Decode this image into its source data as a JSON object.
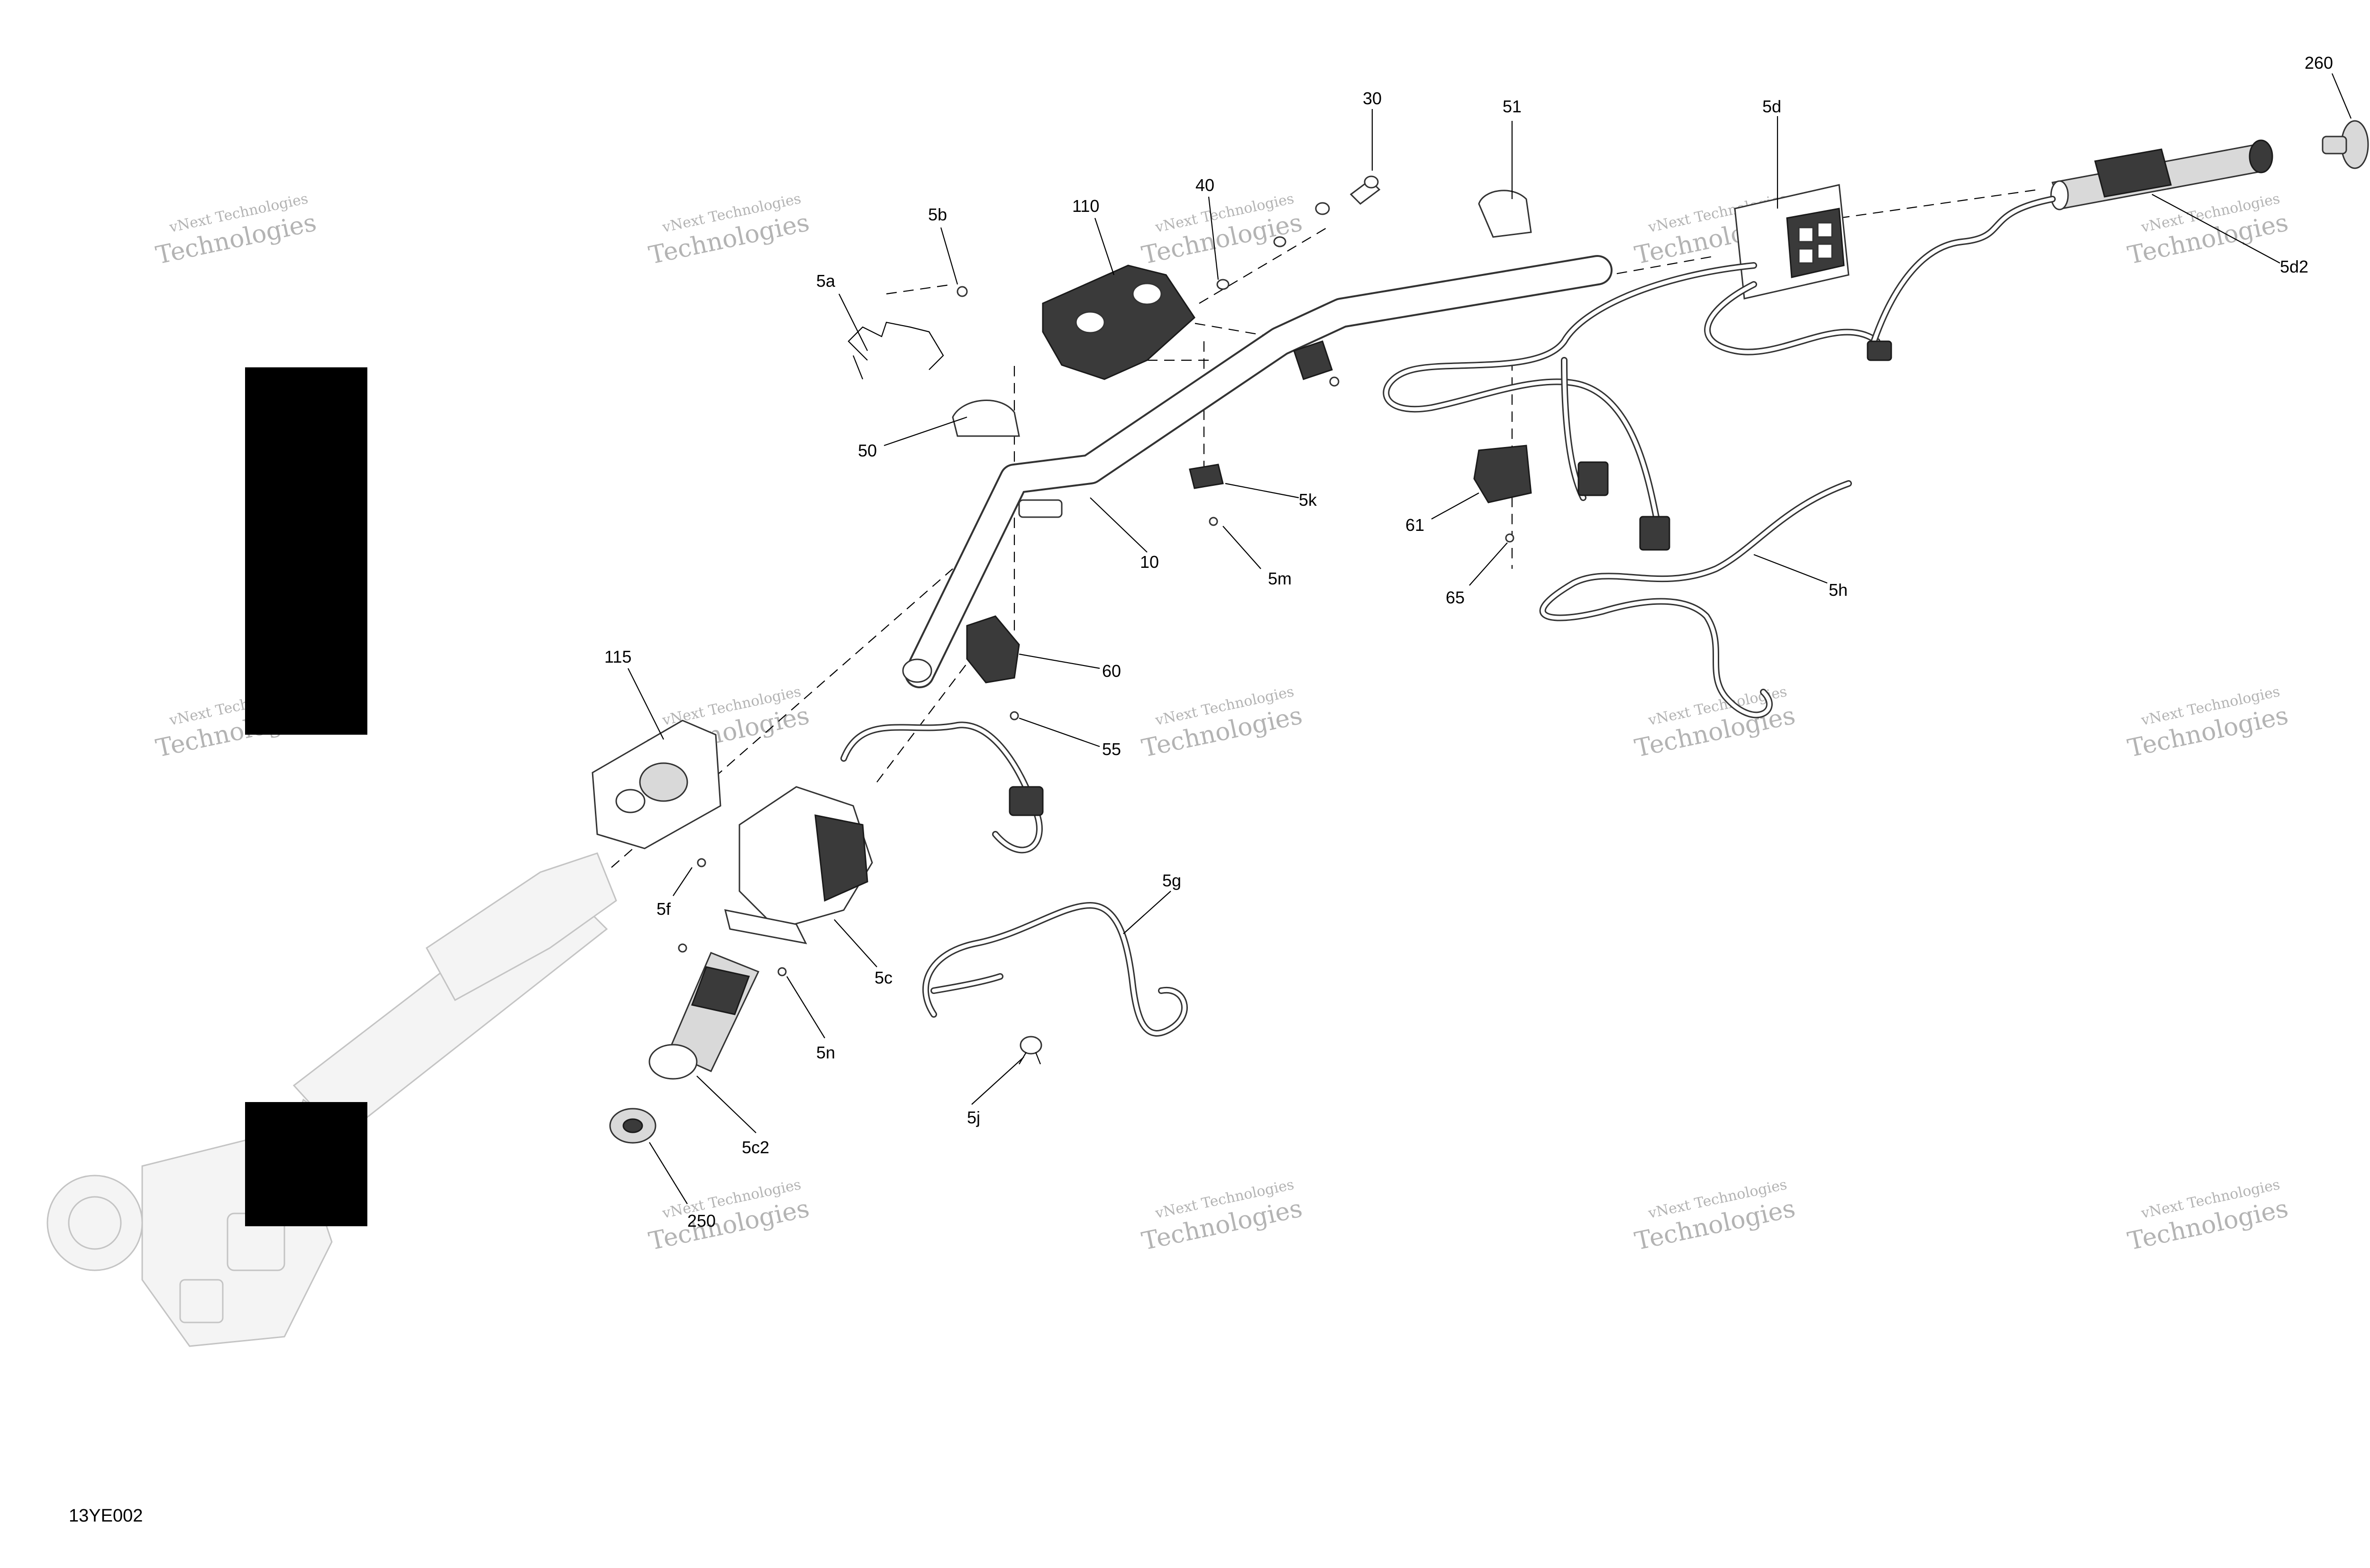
{
  "diagram": {
    "code": "13YE002",
    "labels": {
      "p260": "260",
      "p30": "30",
      "p51": "51",
      "p5d": "5d",
      "p40": "40",
      "p110": "110",
      "p5b": "5b",
      "p5a": "5a",
      "p50": "50",
      "p5k": "5k",
      "p10": "10",
      "p5m": "5m",
      "p61": "61",
      "p65": "65",
      "p5h": "5h",
      "p5d2": "5d2",
      "p115": "115",
      "p60": "60",
      "p55": "55",
      "p5f": "5f",
      "p5g": "5g",
      "p5c": "5c",
      "p5n": "5n",
      "p5j": "5j",
      "p5c2": "5c2",
      "p250": "250"
    },
    "watermark": {
      "line1": "vNext Technologies",
      "line2": "Technologies"
    }
  }
}
